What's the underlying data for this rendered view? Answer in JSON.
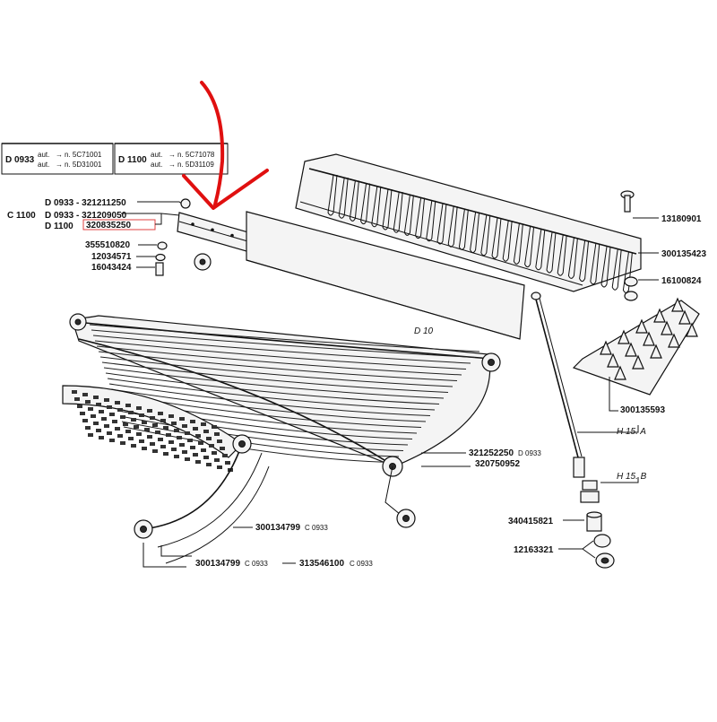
{
  "header_boxes": [
    {
      "model": "D 0933",
      "rows": [
        {
          "text": "aut.",
          "arrow": "→",
          "value": "n. 5C71001"
        },
        {
          "text": "aut.",
          "arrow": "→",
          "value": "n. 5D31001"
        }
      ]
    },
    {
      "model": "D 1100",
      "rows": [
        {
          "text": "aut.",
          "arrow": "→",
          "value": "n. 5C71078"
        },
        {
          "text": "aut.",
          "arrow": "→",
          "value": "n. 5D31109"
        }
      ]
    }
  ],
  "labels": {
    "d0933_321211250": "D 0933 - 321211250",
    "c1100_prefix": "C 1100",
    "d0933_321209050": "D 0933 - 321209050",
    "d1100_prefix": "D 1100",
    "highlighted_part": "320835250",
    "p355510820": "355510820",
    "p12034571": "12034571",
    "p16043424": "16043424",
    "p13180901": "13180901",
    "p300135423": "300135423",
    "p16100824": "16100824",
    "p300135593": "300135593",
    "p321252250": "321252250",
    "p321252250_suffix": "D 0933",
    "p320750952": "320750952",
    "p300134799_a": "300134799",
    "p300134799_a_suffix": "C 0933",
    "p300134799_b": "300134799",
    "p300134799_b_suffix": "C 0933",
    "p313546100": "313546100",
    "p313546100_suffix": "C 0933",
    "p340415821": "340415821",
    "p12163321": "12163321",
    "view_d10": "D 10",
    "view_h15a": "H 15. A",
    "view_h15b": "H 15. B"
  },
  "colors": {
    "annotation_arrow": "#e01010",
    "highlight_box": "#e04040",
    "line": "#111111"
  },
  "icons": {
    "annotation": "red-arrow-icon"
  }
}
